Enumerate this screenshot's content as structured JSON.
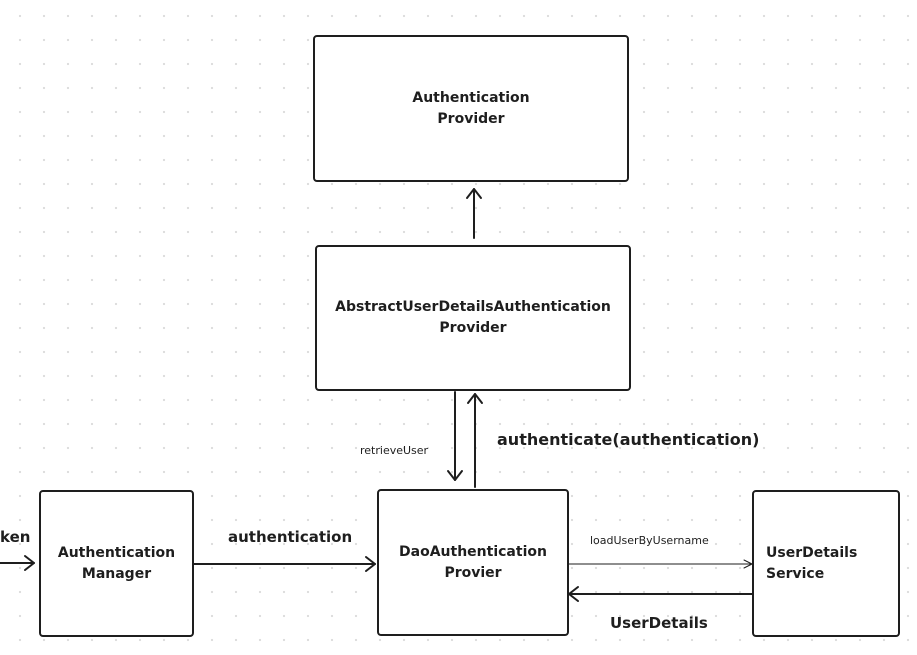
{
  "nodes": {
    "authentication_provider": "Authentication\nProvider",
    "abstract_provider": "AbstractUserDetailsAuthentication\nProvider",
    "authentication_manager": "Authentication\nManager",
    "dao_provider": "DaoAuthentication\nProvier",
    "user_details_service": "UserDetails\nService"
  },
  "edges": {
    "token_fragment": "ken",
    "authentication": "authentication",
    "retrieve_user": "retrieveUser",
    "authenticate": "authenticate(authentication)",
    "load_user": "loadUserByUsername",
    "user_details": "UserDetails"
  },
  "colors": {
    "stroke": "#1e1e1e",
    "background": "#ffffff",
    "grid_dot": "#dcdcdc"
  }
}
